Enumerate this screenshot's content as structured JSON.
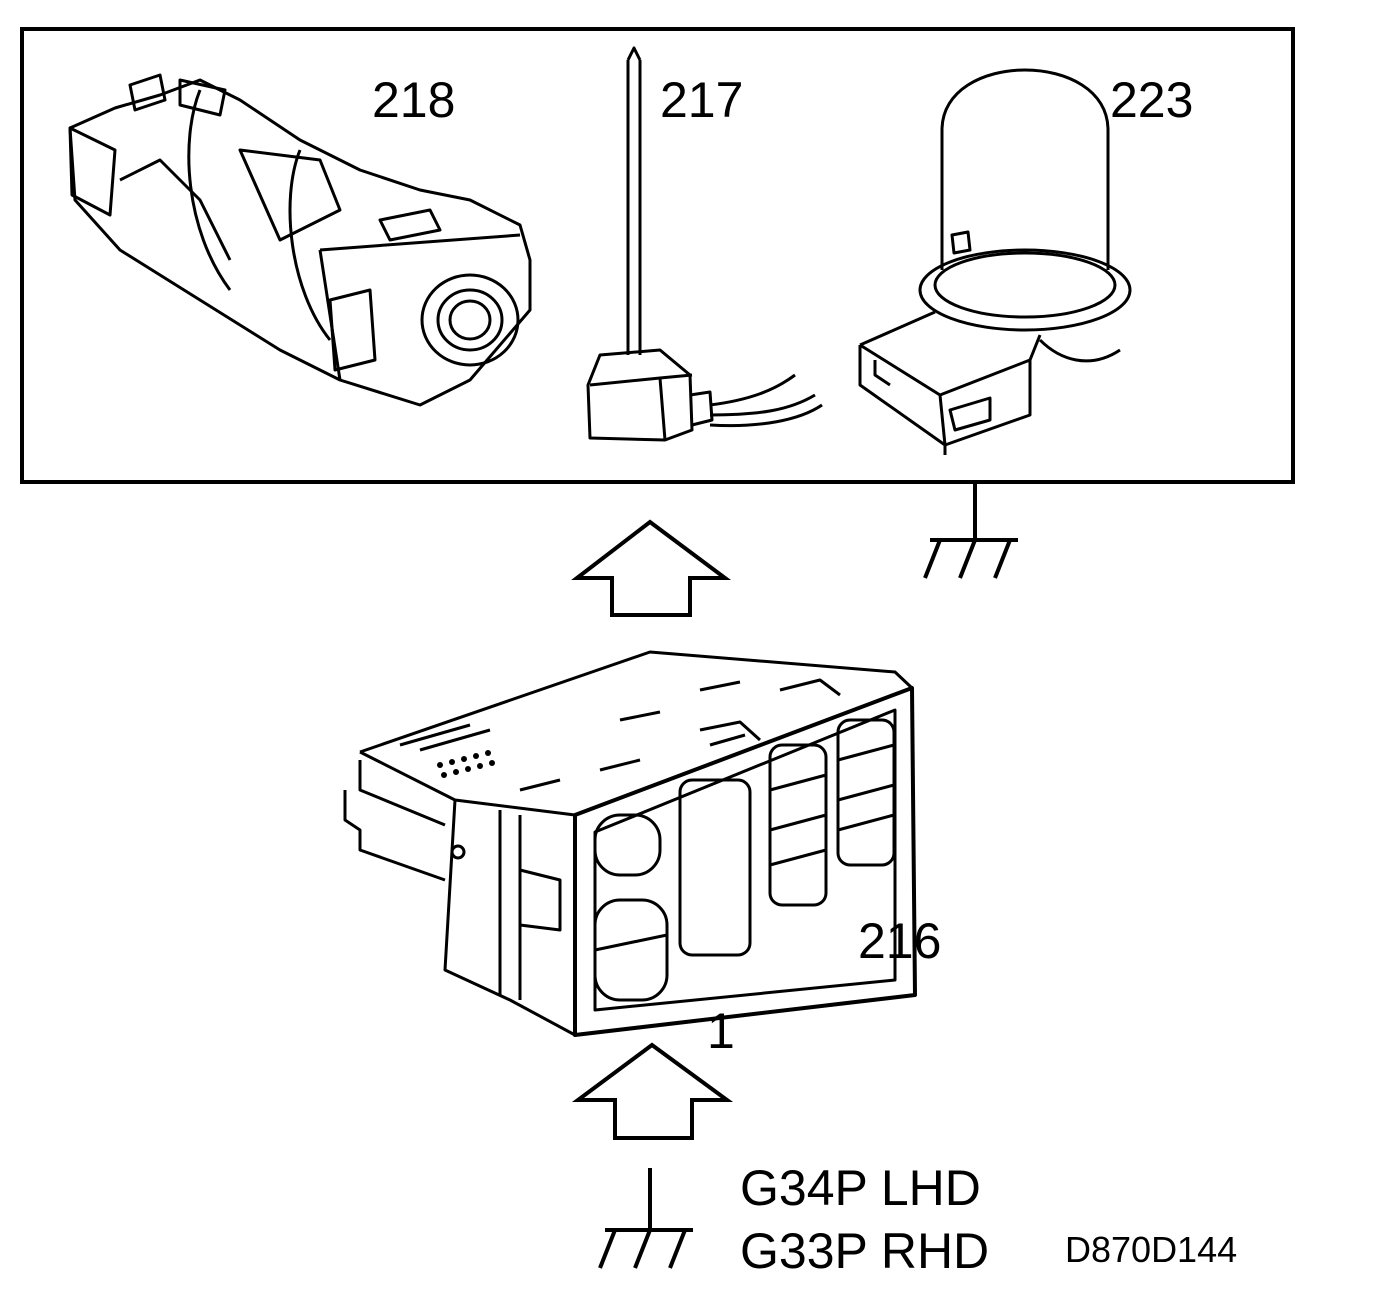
{
  "labels": {
    "part_218": "218",
    "part_217": "217",
    "part_223": "223",
    "part_216": "216",
    "pin_1": "1",
    "ground_lhd": "G34P LHD",
    "ground_rhd": "G33P RHD",
    "diagram_code": "D870D144"
  },
  "colors": {
    "line": "#000000",
    "background": "#ffffff"
  },
  "icons": [
    "ground-symbol-icon",
    "up-arrow-icon"
  ]
}
